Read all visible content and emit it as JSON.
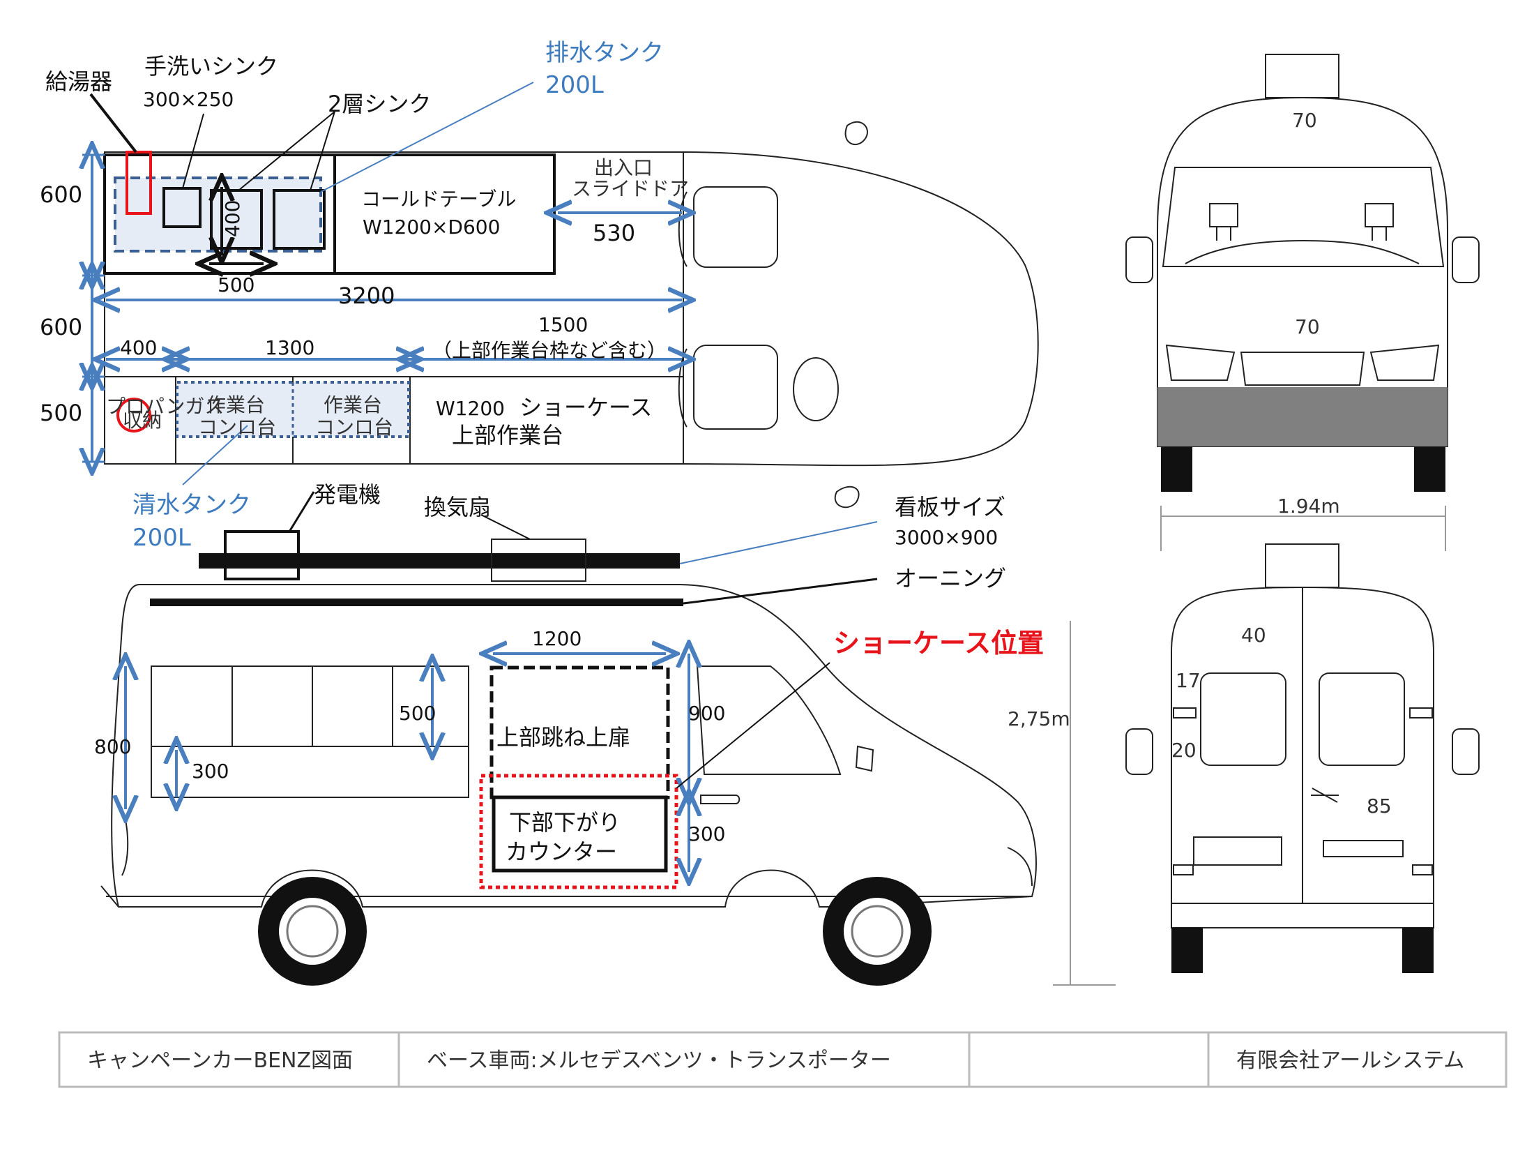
{
  "top_view": {
    "water_heater": "給湯器",
    "hand_sink": "手洗いシンク",
    "hand_sink_size": "300×250",
    "double_sink": "2層シンク",
    "drain_tank": "排水タンク",
    "drain_tank_cap": "200L",
    "cold_table": "コールドテーブル",
    "cold_table_size": "W1200×D600",
    "entrance_line1": "出入口",
    "entrance_line2": "スライドドア",
    "dim_530": "530",
    "dim_400_sink": "400",
    "dim_500_sink": "500",
    "dim_3200": "3200",
    "dim_600_a": "600",
    "dim_600_b": "600",
    "dim_500_c": "500",
    "dim_400": "400",
    "dim_1300": "1300",
    "dim_1500": "1500",
    "dim_1500_note": "（上部作業台枠など含む）",
    "propane_line1": "プロパンガス",
    "propane_line2": "収納",
    "worktable_a_1": "作業台",
    "worktable_a_2": "コンロ台",
    "worktable_b_1": "作業台",
    "worktable_b_2": "コンロ台",
    "showcase_w": "W1200",
    "showcase": "ショーケース",
    "upper_worktable": "上部作業台",
    "fresh_tank": "清水タンク",
    "fresh_tank_cap": "200L"
  },
  "side_view": {
    "generator": "発電機",
    "fan": "換気扇",
    "sign_size": "看板サイズ",
    "sign_size_value": "3000×900",
    "awning": "オーニング",
    "showcase_pos": "ショーケース位置",
    "dim_1200": "1200",
    "dim_900": "900",
    "dim_300_right": "300",
    "dim_800": "800",
    "dim_500": "500",
    "dim_300_left": "300",
    "upper_door": "上部跳ね上扉",
    "lower_counter_1": "下部下がり",
    "lower_counter_2": "カウンター",
    "height": "2,75m"
  },
  "front_view": {
    "dim_70_top": "70",
    "dim_70_mid": "70",
    "width": "1.94m"
  },
  "rear_view": {
    "dim_40": "40",
    "dim_17": "17",
    "dim_20": "20",
    "dim_85": "85"
  },
  "title_block": {
    "drawing_name": "キャンペーンカーBENZ図面",
    "base_vehicle": "ベース車両:メルセデスベンツ・トランスポーター",
    "blank": "",
    "company": "有限会社アールシステム"
  },
  "colors": {
    "dimension_blue": "#4a7fbf",
    "label_blue": "#3d7bbf",
    "accent_red": "#e8141b",
    "tank_fill": "#e6ecf6",
    "bumper_gray": "#808080"
  }
}
